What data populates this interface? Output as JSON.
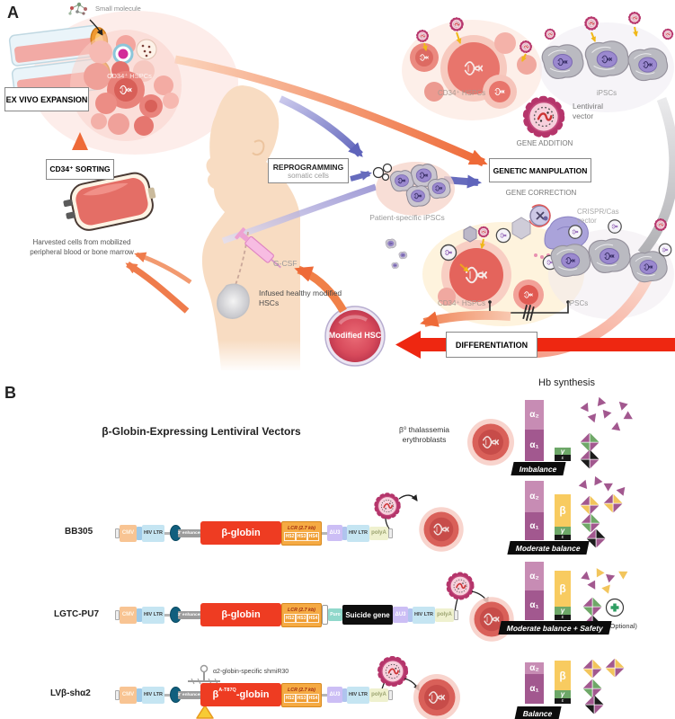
{
  "panel_a": {
    "label": "A",
    "small_molecule": "Small molecule",
    "hspc_cluster": "CD34⁺ HSPCs",
    "ex_vivo_expansion": "EX VIVO EXPANSION",
    "cd34_sorting": "CD34⁺ SORTING",
    "harvested": "Harvested cells from mobilized peripheral blood or bone marrow",
    "reprogramming": "REPROGRAMMING",
    "somatic_cells": "somatic cells",
    "patient_ipscs": "Patient-specific iPSCs",
    "gcsf": "G-CSF",
    "infused": "Infused healthy modified HSCs",
    "hspcs_top": "CD34⁺ HSPCs",
    "ipscs_top": "iPSCs",
    "lentiviral_line1": "Lentiviral",
    "lentiviral_line2": "vector",
    "gene_addition": "GENE ADDITION",
    "genetic_manipulation": "GENETIC MANIPULATION",
    "gene_correction": "GENE CORRECTION",
    "crispr_line1": "CRISPR/Cas",
    "crispr_line2": "vector",
    "hspcs_bottom": "CD34⁺ HSPCs",
    "ipscs_bottom": "iPSCs",
    "modified_hsc": "Modified HSC",
    "differentiation": "DIFFERENTIATION"
  },
  "panel_b": {
    "label": "B",
    "title": "β-Globin-Expressing Lentiviral Vectors",
    "hb_synthesis": "Hb synthesis",
    "thal_line1": "β⁰ thalassemia",
    "thal_line2": "erythroblasts",
    "shmir": "α2-globin-specific shmiR30",
    "optional": "(Optional)",
    "vectors": {
      "bb305": "BB305",
      "lgtc": "LGTC-PU7",
      "lvb": "LVβ-shα2"
    },
    "segments": {
      "cmv": "CMV",
      "hiv_ltr": "HIV LTR",
      "enhancer": "3' enhancer",
      "beta_globin": "β-globin",
      "lcr": "LCR (2.7 kb)",
      "hs2": "HS2",
      "hs3": "HS3",
      "hs4": "HS4",
      "du3": "ΔU3",
      "polya": "polyA",
      "puro": "Puro",
      "suicide": "Suicide gene",
      "t87q_base": "β",
      "t87q_sup": "A-T87Q",
      "t87q_rest": "-globin"
    },
    "globins": {
      "a2": "α₂",
      "a1": "α₁",
      "beta": "β",
      "gamma": "γ",
      "epsilon": "ε"
    },
    "balance_labels": {
      "thal": "Imbalance",
      "bb305": "Moderate balance",
      "lgtc": "Moderate balance + Safety",
      "lvb": "Balance"
    },
    "bar_heights": {
      "thal": {
        "a2": 33,
        "a1": 35,
        "beta": 0,
        "gamma": 8,
        "epsilon": 7
      },
      "bb305": {
        "a2": 35,
        "a1": 31,
        "beta": 36,
        "gamma": 9,
        "epsilon": 6
      },
      "lgtc": {
        "a2": 32,
        "a1": 33,
        "beta": 40,
        "gamma": 9,
        "epsilon": 6
      },
      "lvb": {
        "a2": 13,
        "a1": 33,
        "beta": 33,
        "gamma": 9,
        "epsilon": 6
      }
    }
  }
}
